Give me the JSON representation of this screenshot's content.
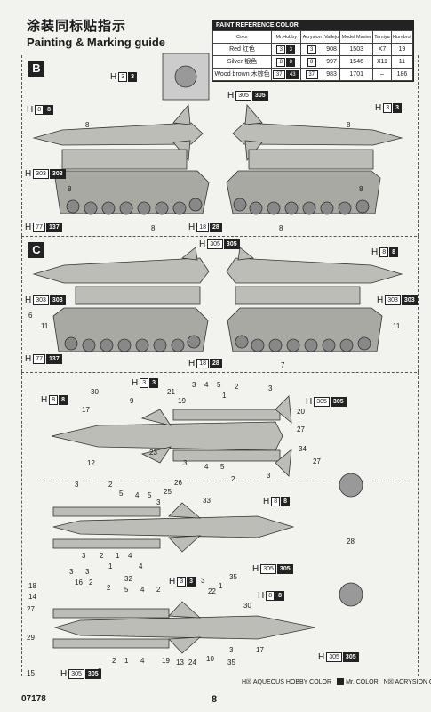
{
  "header": {
    "title_cn": "涂装同标贴指示",
    "title_en": "Painting & Marking guide"
  },
  "reference": {
    "title": "PAINT REFERENCE COLOR",
    "columns": [
      "Color",
      "Mr.Hobby",
      "Acrysion",
      "Vallejo",
      "Model Master",
      "Tamiya",
      "Humbrol"
    ],
    "rows": [
      {
        "color": "Red 红色",
        "h": "3",
        "m": "3",
        "n": "3",
        "vallejo": "908",
        "mm": "1503",
        "tamiya": "X7",
        "humbrol": "19"
      },
      {
        "color": "Silver 银色",
        "h": "8",
        "m": "8",
        "n": "8",
        "vallejo": "997",
        "mm": "1546",
        "tamiya": "X11",
        "humbrol": "11"
      },
      {
        "color": "Wood brown 木棕色",
        "h": "37",
        "m": "43",
        "n": "37",
        "vallejo": "983",
        "mm": "1701",
        "tamiya": "–",
        "humbrol": "186"
      }
    ]
  },
  "sections": {
    "b": "B",
    "c": "C"
  },
  "callouts": [
    {
      "id": "b-top-33",
      "h": "3",
      "m": "3"
    },
    {
      "id": "b-left-88",
      "h": "8",
      "m": "8"
    },
    {
      "id": "b-right-33",
      "h": "3",
      "m": "3"
    },
    {
      "id": "b-305",
      "h": "305",
      "m": "305"
    },
    {
      "id": "b-303",
      "h": "303",
      "m": "303"
    },
    {
      "id": "b-77",
      "h": "77",
      "m": "137"
    },
    {
      "id": "b-18",
      "h": "18",
      "m": "28"
    },
    {
      "id": "c-305",
      "h": "305",
      "m": "305"
    },
    {
      "id": "c-88",
      "h": "8",
      "m": "8"
    },
    {
      "id": "c-303-l",
      "h": "303",
      "m": "303"
    },
    {
      "id": "c-303-r",
      "h": "303",
      "m": "303"
    },
    {
      "id": "c-77",
      "h": "77",
      "m": "137"
    },
    {
      "id": "c-18",
      "h": "18",
      "m": "28"
    },
    {
      "id": "d-33",
      "h": "3",
      "m": "3"
    },
    {
      "id": "d-88",
      "h": "8",
      "m": "8"
    },
    {
      "id": "d-305",
      "h": "305",
      "m": "305"
    },
    {
      "id": "d2-88",
      "h": "8",
      "m": "8"
    },
    {
      "id": "d2-305",
      "h": "305",
      "m": "305"
    },
    {
      "id": "d3-33",
      "h": "3",
      "m": "3"
    },
    {
      "id": "d3-88",
      "h": "8",
      "m": "8"
    },
    {
      "id": "d3-305",
      "h": "305",
      "m": "305"
    },
    {
      "id": "d3-305b",
      "h": "305",
      "m": "305"
    }
  ],
  "part_numbers": [
    "8",
    "8",
    "8",
    "8",
    "8",
    "8",
    "6",
    "11",
    "11",
    "7",
    "30",
    "9",
    "21",
    "19",
    "3",
    "4",
    "5",
    "1",
    "2",
    "3",
    "20",
    "27",
    "34",
    "17",
    "12",
    "23",
    "3",
    "4",
    "5",
    "2",
    "3",
    "27",
    "3",
    "2",
    "5",
    "4",
    "5",
    "3",
    "25",
    "26",
    "33",
    "1",
    "4",
    "32",
    "2",
    "28",
    "18",
    "14",
    "16",
    "2",
    "5",
    "4",
    "2",
    "3",
    "22",
    "1",
    "35",
    "27",
    "29",
    "15",
    "2",
    "1",
    "4",
    "19",
    "13",
    "24",
    "10",
    "35",
    "3",
    "30",
    "17",
    "3",
    "3",
    "3",
    "4",
    "1",
    "3",
    "2"
  ],
  "legend": {
    "h": "H☒ AQUEOUS HOBBY COLOR",
    "m": "Mr. COLOR",
    "n": "N☒ ACRYSION COLOR"
  },
  "footer": {
    "code": "07178",
    "page": "8"
  }
}
